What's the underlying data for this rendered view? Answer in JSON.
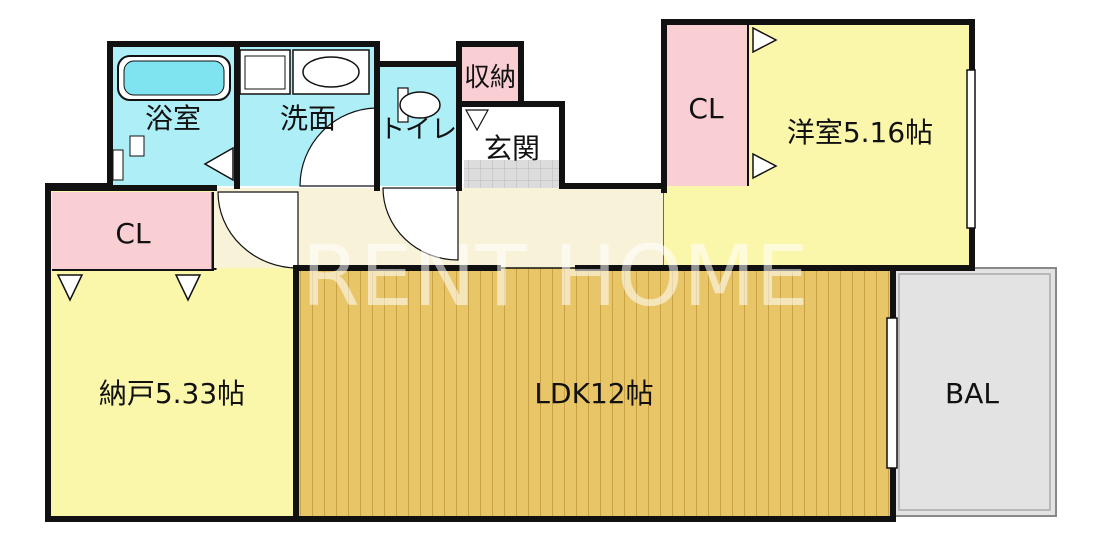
{
  "labels": {
    "bath": "浴室",
    "washroom": "洗面",
    "toilet": "トイレ",
    "storage": "収納",
    "entrance": "玄関",
    "closet_left": "CL",
    "closet_right": "CL",
    "western_room": "洋室5.16帖",
    "storeroom": "納戸5.33帖",
    "ldk": "LDK12帖",
    "balcony": "BAL"
  },
  "watermark": "RENT HOME",
  "colors": {
    "wet_area": "#aeeef7",
    "room": "#fbf7aa",
    "closet": "#f9cfd3",
    "ldk_floor": "#e8c668",
    "ldk_stripe": "#c9a245",
    "hall": "#f8f2d9",
    "entrance_tile": "#dcdcdc",
    "balcony": "#e3e3e3",
    "wall": "#111111"
  }
}
